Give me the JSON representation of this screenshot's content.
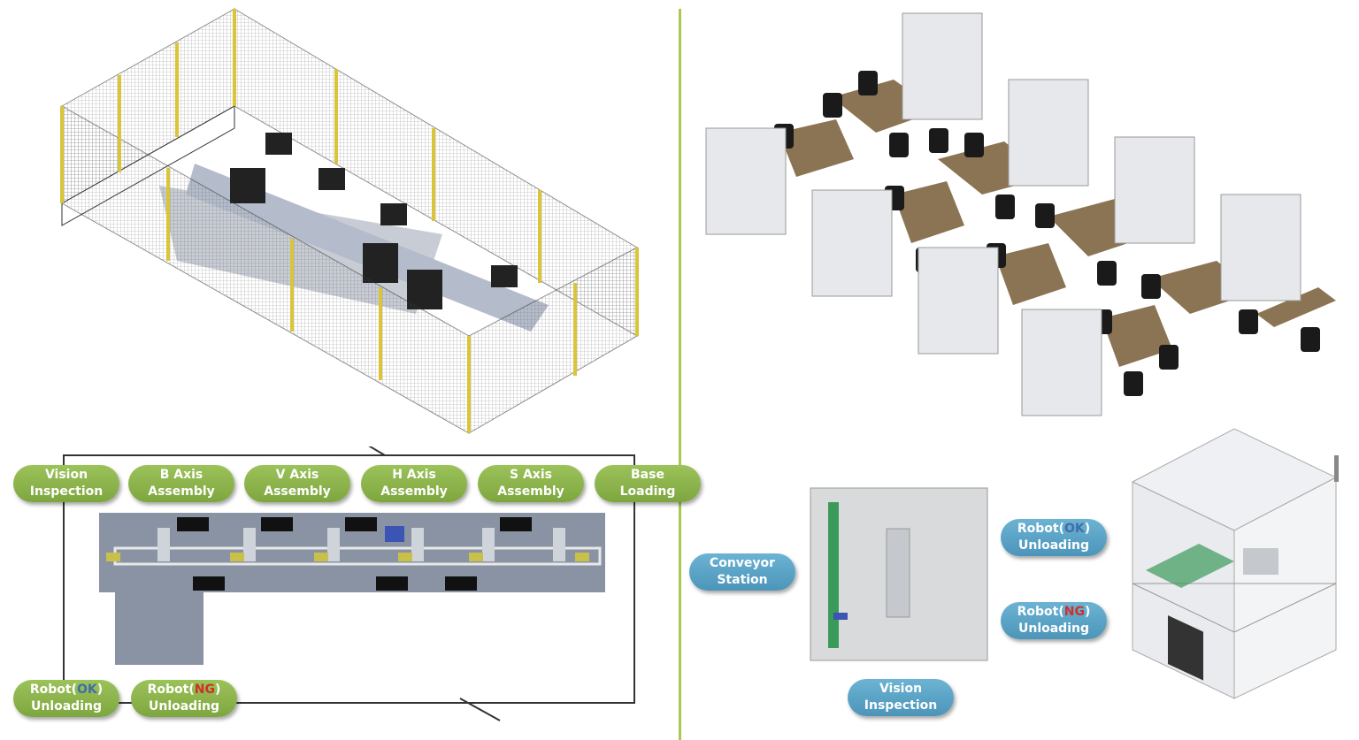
{
  "colors": {
    "green_label": "#8db54b",
    "blue_label": "#5aa5c8",
    "ok": "#3f6fa8",
    "ng": "#d0302a",
    "divider": "#a9c84f"
  },
  "left_labels_top": [
    {
      "line1": "Vision",
      "line2": "Inspection"
    },
    {
      "line1": "B Axis",
      "line2": "Assembly"
    },
    {
      "line1": "V Axis",
      "line2": "Assembly"
    },
    {
      "line1": "H Axis",
      "line2": "Assembly"
    },
    {
      "line1": "S Axis",
      "line2": "Assembly"
    },
    {
      "line1": "Base",
      "line2": "Loading"
    }
  ],
  "left_labels_bottom": [
    {
      "prefix": "Robot(",
      "status": "OK",
      "suffix": ")",
      "line2": "Unloading"
    },
    {
      "prefix": "Robot(",
      "status": "NG",
      "suffix": ")",
      "line2": "Unloading"
    }
  ],
  "right_labels": {
    "conveyor": {
      "line1": "Conveyor",
      "line2": "Station"
    },
    "robot_ok": {
      "prefix": "Robot(",
      "status": "OK",
      "suffix": ")",
      "line2": "Unloading"
    },
    "robot_ng": {
      "prefix": "Robot(",
      "status": "NG",
      "suffix": ")",
      "line2": "Unloading"
    },
    "vision": {
      "line1": "Vision",
      "line2": "Inspection"
    }
  }
}
